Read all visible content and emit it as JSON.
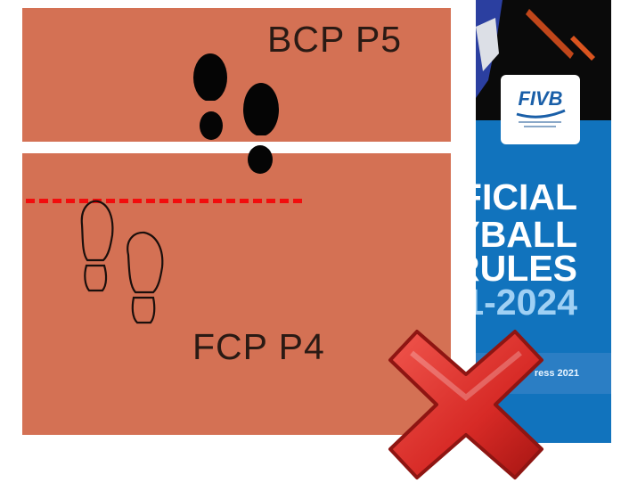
{
  "court": {
    "top_label": "BCP P5",
    "bottom_label": "FCP P4",
    "court_color": "#d47154",
    "attack_line_color": "#f20d0d"
  },
  "rulebook": {
    "logo_text": "FIVB",
    "title_lines": [
      "FICIAL",
      "YBALL",
      "RULES",
      "1-2024"
    ],
    "footer_text": "ress 2021",
    "cover_color": "#1173bd"
  },
  "icons": {
    "footprints_filled": "footprints-icon",
    "footprints_outline": "footprints-outline-icon",
    "cross": "cross-icon"
  },
  "cross_color": "#d72a26"
}
